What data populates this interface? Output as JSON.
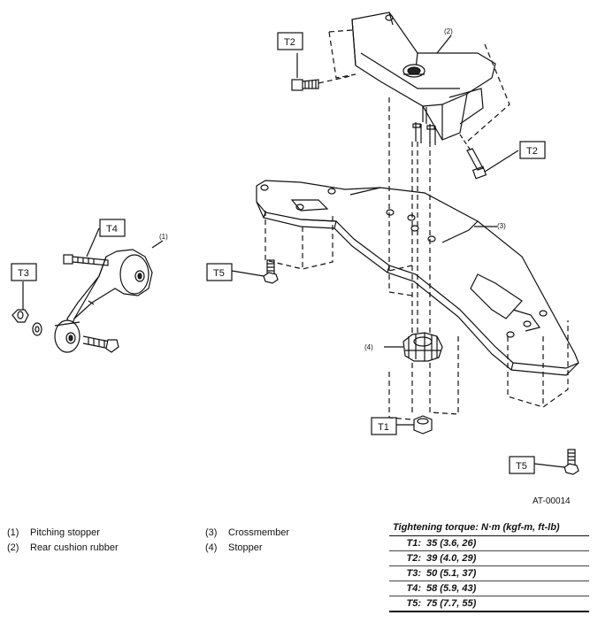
{
  "callouts": {
    "c1": "(1)",
    "c2": "(2)",
    "c3": "(3)",
    "c4": "(4)"
  },
  "torque_tags": {
    "t1": "T1",
    "t2a": "T2",
    "t2b": "T2",
    "t3": "T3",
    "t4": "T4",
    "t5a": "T5",
    "t5b": "T5"
  },
  "figure_code": "AT-00014",
  "legend": [
    {
      "num": "(1)",
      "label": "Pitching stopper"
    },
    {
      "num": "(2)",
      "label": "Rear cushion rubber"
    },
    {
      "num": "(3)",
      "label": "Crossmember"
    },
    {
      "num": "(4)",
      "label": "Stopper"
    }
  ],
  "torque_table": {
    "title": "Tightening torque: N·m (kgf-m, ft-lb)",
    "rows": [
      {
        "key": "T1:",
        "value": "35 (3.6, 26)"
      },
      {
        "key": "T2:",
        "value": "39 (4.0, 29)"
      },
      {
        "key": "T3:",
        "value": "50 (5.1, 37)"
      },
      {
        "key": "T4:",
        "value": "58 (5.9, 43)"
      },
      {
        "key": "T5:",
        "value": "75 (7.7, 55)"
      }
    ]
  }
}
